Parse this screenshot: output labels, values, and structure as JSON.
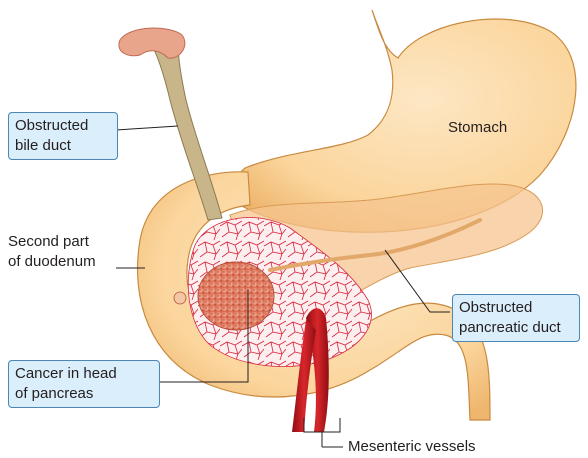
{
  "labels": {
    "bile_duct": [
      "Obstructed",
      "bile duct"
    ],
    "stomach": "Stomach",
    "duodenum": [
      "Second part",
      "of duodenum"
    ],
    "pancreatic_duct": [
      "Obstructed",
      "pancreatic duct"
    ],
    "cancer": [
      "Cancer in head",
      "of pancreas"
    ],
    "mesenteric": "Mesenteric vessels"
  },
  "colors": {
    "organ_fill": "#fcd9a3",
    "organ_outline": "#c98a3f",
    "pancreas_fill": "#f6c48f",
    "tumor": "#e8896d",
    "vessel": "#c41a1f",
    "label_box_fill": "#dbeefb",
    "label_box_border": "#4b86b4"
  }
}
